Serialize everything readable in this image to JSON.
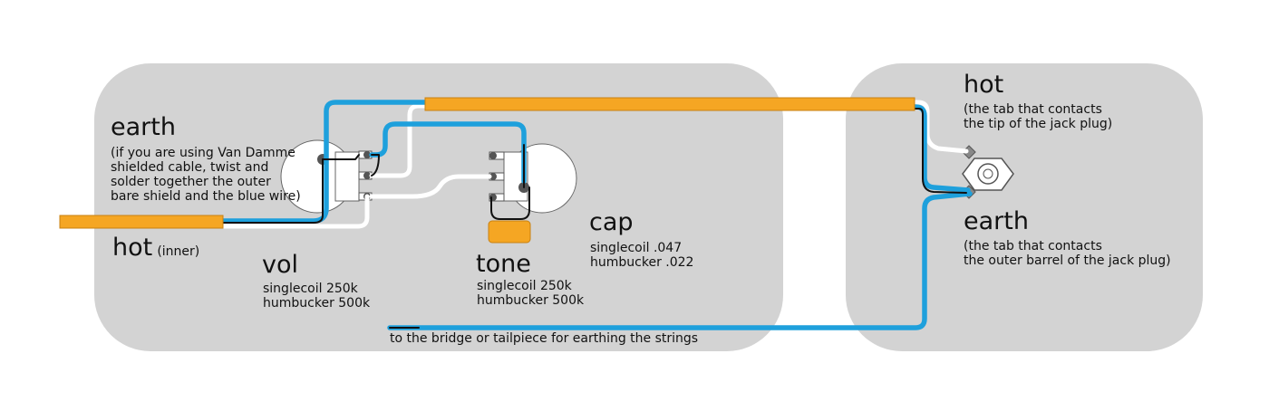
{
  "labels": {
    "earth_left": "earth",
    "earth_left_note": "(if you are using Van Damme\nshielded cable, twist and\nsolder together the outer\nbare shield and the blue wire)",
    "hot_left": "hot",
    "hot_left_note": "(inner)",
    "vol_title": "vol",
    "vol_spec": "singlecoil 250k\nhumbucker 500k",
    "tone_title": "tone",
    "tone_spec": "singlecoil 250k\nhumbucker 500k",
    "cap_title": "cap",
    "cap_spec": "singlecoil .047\nhumbucker .022",
    "hot_jack": "hot",
    "hot_jack_note": "(the tab that contacts\nthe tip of the jack plug)",
    "earth_jack": "earth",
    "earth_jack_note": "(the tab that contacts\nthe outer barrel of the jack plug)",
    "bridge_note": "to the bridge or tailpiece for earthing the strings"
  },
  "colors": {
    "panel": "#d3d3d3",
    "hot_wire": "#f5a623",
    "earth_wire": "#1ea0dc",
    "signal_wire": "#ffffff",
    "ground_wire": "#111111",
    "pot_body": "#ffffff",
    "cap_body": "#f5a623",
    "solder": "#555555"
  },
  "icons": [
    "volume-pot-icon",
    "tone-pot-icon",
    "capacitor-icon",
    "output-jack-icon"
  ]
}
